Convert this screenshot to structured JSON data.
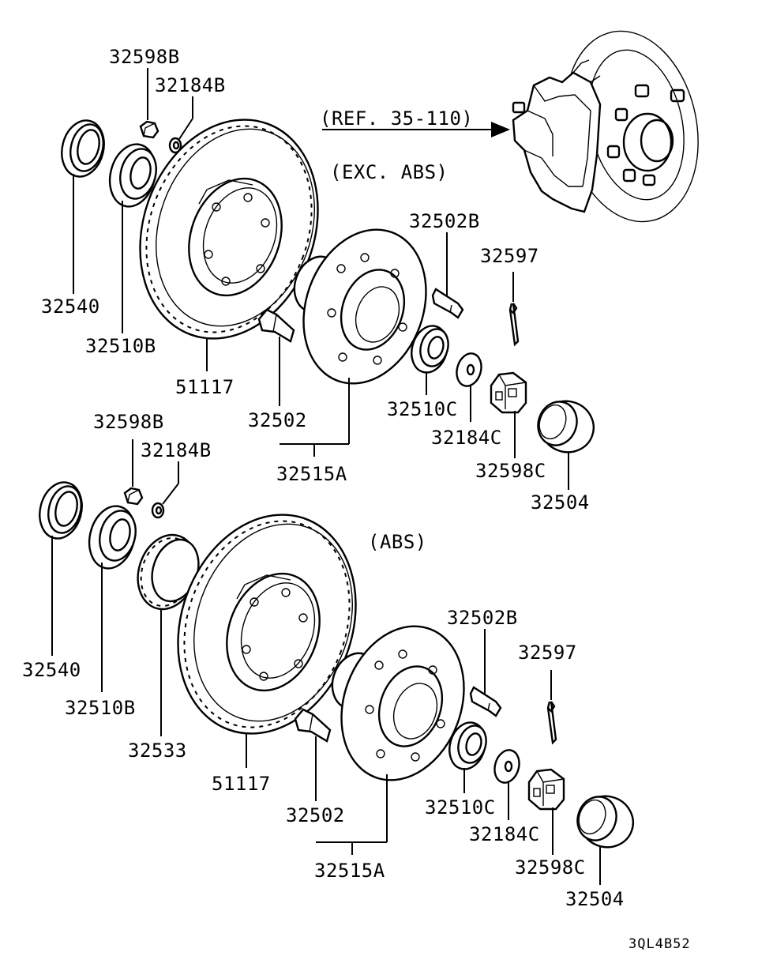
{
  "labels": {
    "top": {
      "p32598B": "32598B",
      "p32184B": "32184B",
      "p32540": "32540",
      "p32510B": "32510B",
      "p51117": "51117",
      "p32502": "32502",
      "p32515A": "32515A",
      "p32502B": "32502B",
      "p32597": "32597",
      "p32510C": "32510C",
      "p32184C": "32184C",
      "p32598C": "32598C",
      "p32504": "32504",
      "ref": "(REF. 35-110)",
      "variant": "(EXC. ABS)"
    },
    "bottom": {
      "p32598B": "32598B",
      "p32184B": "32184B",
      "p32540": "32540",
      "p32510B": "32510B",
      "p32533": "32533",
      "p51117": "51117",
      "p32502": "32502",
      "p32515A": "32515A",
      "p32502B": "32502B",
      "p32597": "32597",
      "p32510C": "32510C",
      "p32184C": "32184C",
      "p32598C": "32598C",
      "p32504": "32504",
      "variant": "(ABS)"
    },
    "code": "3QL4B52"
  },
  "icons": [
    "oil-seal-icon",
    "bearing-icon",
    "nut-icon",
    "washer-icon",
    "brake-disc-icon",
    "hub-icon",
    "stud-bolt-icon",
    "cotter-pin-icon",
    "castle-nut-icon",
    "grease-cap-icon",
    "abs-rotor-icon",
    "brake-caliper-icon"
  ],
  "colors": {
    "ink": "#000000",
    "paper": "#ffffff"
  }
}
